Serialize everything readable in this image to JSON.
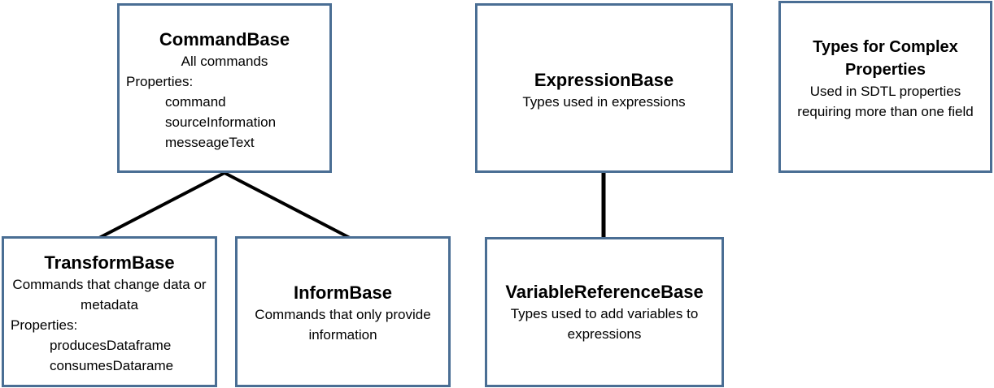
{
  "boxes": {
    "command_base": {
      "title": "CommandBase",
      "description": "All commands",
      "properties_label": "Properties:",
      "properties": [
        "command",
        "sourceInformation",
        "messeageText"
      ]
    },
    "expression_base": {
      "title": "ExpressionBase",
      "description": "Types used in expressions"
    },
    "complex_types": {
      "title": "Types for Complex Properties",
      "description": "Used in SDTL properties requiring more than one field"
    },
    "transform_base": {
      "title": "TransformBase",
      "description": "Commands that change data or metadata",
      "properties_label": "Properties:",
      "properties": [
        "producesDataframe",
        "consumesDatarame"
      ]
    },
    "inform_base": {
      "title": "InformBase",
      "description": "Commands that only provide information"
    },
    "variable_reference_base": {
      "title": "VariableReferenceBase",
      "description": "Types used to add variables to expressions"
    }
  },
  "colors": {
    "box_border": "#4a6e94",
    "connector": "#000000",
    "background": "#ffffff"
  }
}
